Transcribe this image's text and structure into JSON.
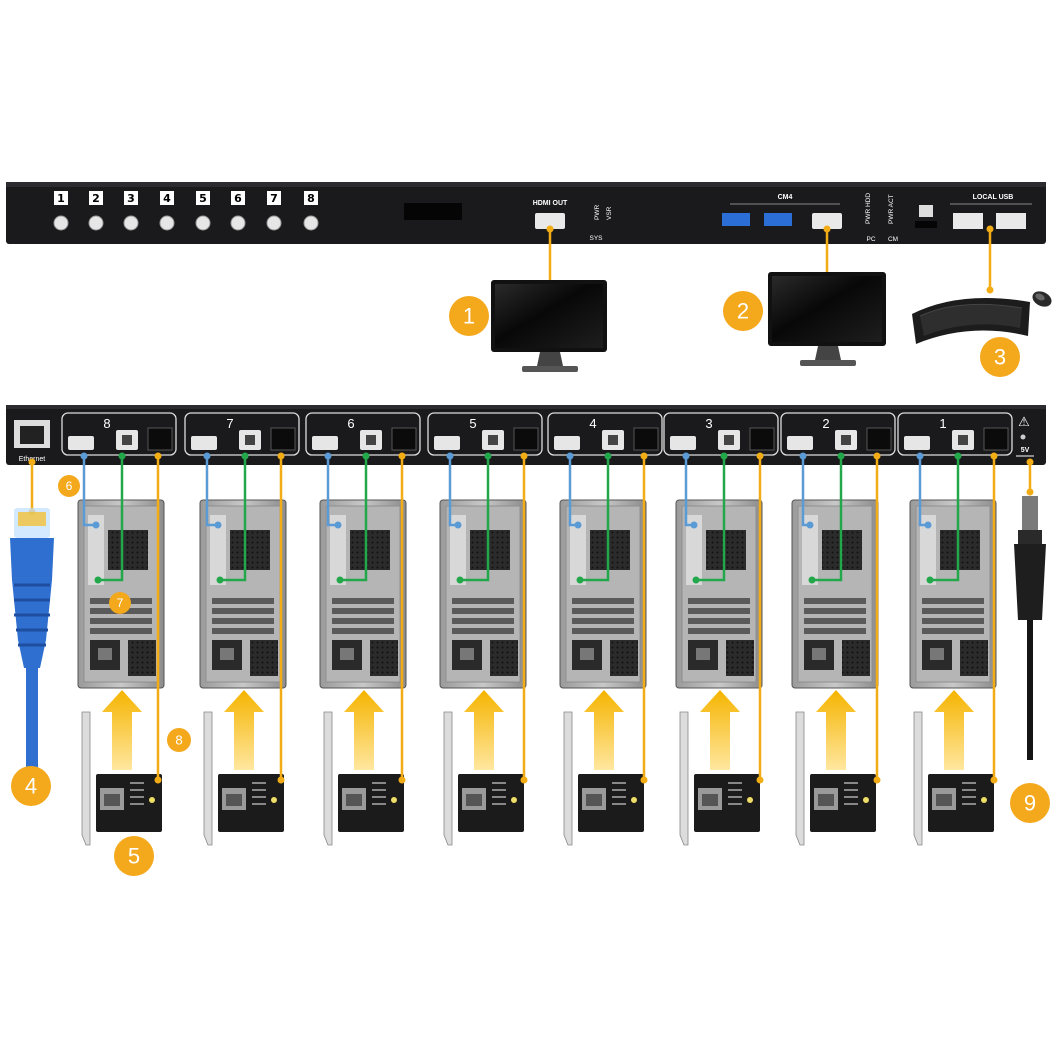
{
  "front_panel": {
    "buttons": [
      "1",
      "2",
      "3",
      "4",
      "5",
      "6",
      "7",
      "8"
    ],
    "hdmi_out_label": "HDMI OUT",
    "pwr_label": "PWR",
    "vsr_label": "VSR",
    "sys_label": "SYS",
    "cm4_label": "CM4",
    "pwr_hdd_label": "PWR HDD",
    "pwr_act_label": "PWR ACT",
    "pc_label": "PC",
    "cm_label": "CM",
    "local_usb_label": "LOCAL USB"
  },
  "rear_panel": {
    "ethernet_label": "Ethernet",
    "port_group_labels": [
      "8",
      "7",
      "6",
      "5",
      "4",
      "3",
      "2",
      "1"
    ],
    "power_label": "5V",
    "warning_symbol": "⚠"
  },
  "callouts": [
    "1",
    "2",
    "3",
    "4",
    "5",
    "6",
    "7",
    "8",
    "9"
  ],
  "colors": {
    "callout": "#f4a81c",
    "orange_wire": "#f2ad16",
    "blue_wire": "#5b9bd5",
    "green_wire": "#22a84a",
    "device_body": "#1a1a1c",
    "arrow": "#f5b800"
  },
  "icons": [
    "monitor-icon",
    "keyboard-icon",
    "mouse-icon",
    "ethernet-cable-icon",
    "pc-tower-icon",
    "pcie-card-icon",
    "power-plug-icon",
    "up-arrow-icon"
  ]
}
